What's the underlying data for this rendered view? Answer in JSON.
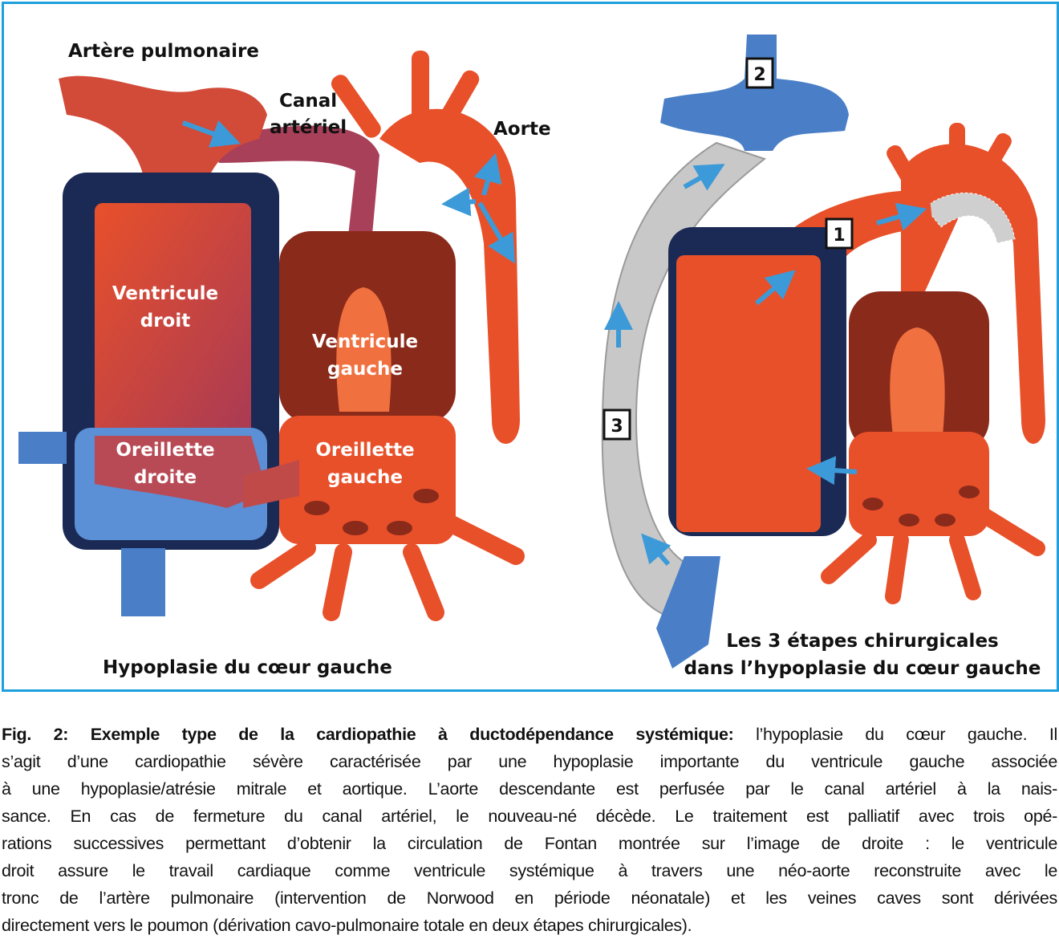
{
  "figure": {
    "left": {
      "labels": {
        "pulmonary_artery": "Artère pulmonaire",
        "ductus_line1": "Canal",
        "ductus_line2": "artériel",
        "aorta": "Aorte",
        "rv_line1": "Ventricule",
        "rv_line2": "droit",
        "lv_line1": "Ventricule",
        "lv_line2": "gauche",
        "ra_line1": "Oreillette",
        "ra_line2": "droite",
        "la_line1": "Oreillette",
        "la_line2": "gauche"
      },
      "title": "Hypoplasie du cœur gauche"
    },
    "right": {
      "steps": [
        "1",
        "2",
        "3"
      ],
      "title_line1": "Les 3 étapes chirurgicales",
      "title_line2": "dans l’hypoplasie du cœur gauche"
    },
    "colors": {
      "border": "#1ea0dc",
      "oxygenated": "#e8502a",
      "deoxygenated": "#4a7fc8",
      "dark": "#1b2a55",
      "lv": "#8a2a1a",
      "conduit": "#c8c8c8"
    }
  },
  "caption": {
    "bold": "Fig. 2: Exemple type de la cardiopathie à ductodépendance systémique:",
    "lines": [
      " l’hypoplasie du cœur gauche. Il",
      "s’agit d’une cardiopathie sévère caractérisée par une hypoplasie importante du ventricule gauche associée",
      "à une hypoplasie/atrésie mitrale et aortique. L’aorte descendante est perfusée par le canal artériel à la nais-",
      "sance. En cas de fermeture du canal artériel, le nouveau-né décède. Le traitement est palliatif avec trois opé-",
      "rations successives permettant d’obtenir la circulation de Fontan montrée sur l’image de droite : le ventricule",
      "droit assure le travail cardiaque comme ventricule systémique à travers une néo-aorte reconstruite avec le",
      "tronc de l’artère pulmonaire (intervention de Norwood en période néonatale) et les veines caves sont dérivées",
      "directement vers le poumon (dérivation cavo-pulmonaire totale en deux étapes chirurgicales)."
    ]
  }
}
